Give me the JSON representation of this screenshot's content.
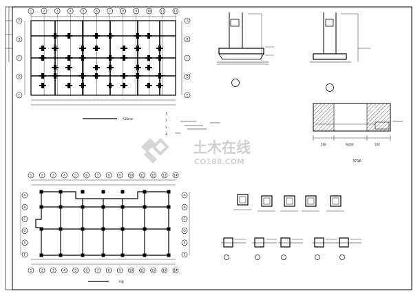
{
  "plans": {
    "foundation_plan": {
      "top_axes": [
        "1",
        "2",
        "3",
        "4",
        "5",
        "6",
        "7",
        "8",
        "9",
        "10",
        "11",
        "12"
      ],
      "left_axes": [
        "A",
        "B",
        "C",
        "D",
        "E"
      ],
      "caption_note": "A30mm"
    },
    "column_plan": {
      "top_axes": [
        "1",
        "2",
        "3",
        "4",
        "5",
        "6",
        "7",
        "8",
        "9",
        "10",
        "11",
        "12",
        "13",
        "14"
      ],
      "left_axes": [
        "A",
        "B",
        "C",
        "D",
        "E",
        "F"
      ],
      "caption": "平面"
    }
  },
  "notes": {
    "numbers": [
      "1.",
      "2.",
      "3.",
      "4."
    ]
  },
  "details": {
    "wall_section_caption": "3716",
    "dimensions": [
      "560",
      "构造柱",
      "500"
    ]
  },
  "watermark": {
    "cn": "土木在线",
    "en": "CO188.COM",
    "color": "#c8c8c8"
  }
}
